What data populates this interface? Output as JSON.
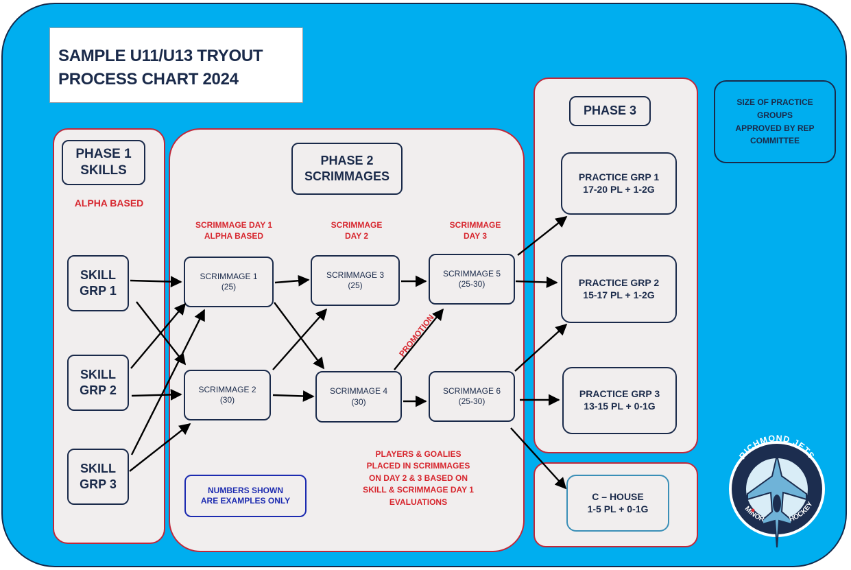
{
  "title": "SAMPLE U11/U13 TRYOUT\nPROCESS CHART 2024",
  "phase1": {
    "title": "PHASE 1\nSKILLS",
    "subtitle": "ALPHA BASED",
    "groups": [
      "SKILL\nGRP 1",
      "SKILL\nGRP 2",
      "SKILL\nGRP 3"
    ]
  },
  "phase2": {
    "title": "PHASE 2\nSCRIMMAGES",
    "day_labels": [
      "SCRIMMAGE  DAY 1\nALPHA BASED",
      "SCRIMMAGE\nDAY 2",
      "SCRIMMAGE\nDAY 3"
    ],
    "scrimmages": [
      "SCRIMMAGE  1\n(25)",
      "SCRIMMAGE  2\n(30)",
      "SCRIMMAGE  3\n(25)",
      "SCRIMMAGE  4\n(30)",
      "SCRIMMAGE  5\n(25-30)",
      "SCRIMMAGE  6\n(25-30)"
    ],
    "promotion": "PROMOTION",
    "numbers_note": "NUMBERS SHOWN\nARE EXAMPLES ONLY",
    "placement_note": "PLAYERS & GOALIES\nPLACED IN SCRIMMAGES\nON DAY 2 & 3 BASED ON\nSKILL & SCRIMMAGE DAY 1\nEVALUATIONS"
  },
  "phase3": {
    "title": "PHASE 3",
    "groups": [
      "PRACTICE GRP 1\n17-20 PL + 1-2G",
      "PRACTICE GRP 2\n15-17 PL + 1-2G",
      "PRACTICE GRP 3\n13-15 PL + 0-1G"
    ]
  },
  "house": "C – HOUSE\n1-5 PL + 0-1G",
  "size_note": "SIZE OF PRACTICE\nGROUPS\nAPPROVED BY REP\nCOMMITTEE",
  "logo": {
    "top_text": "RICHMOND JETS",
    "bottom_left": "MINOR",
    "bottom_right": "HOCKEY",
    "icon": "jet-shield-logo"
  },
  "colors": {
    "background": "#00aeef",
    "panel": "#f1eeee",
    "panel_border": "#c0283a",
    "navy": "#1a2a4a",
    "accent_red": "#d7262e",
    "note_blue": "#1c2bb0",
    "house_border": "#3a8fb7"
  }
}
